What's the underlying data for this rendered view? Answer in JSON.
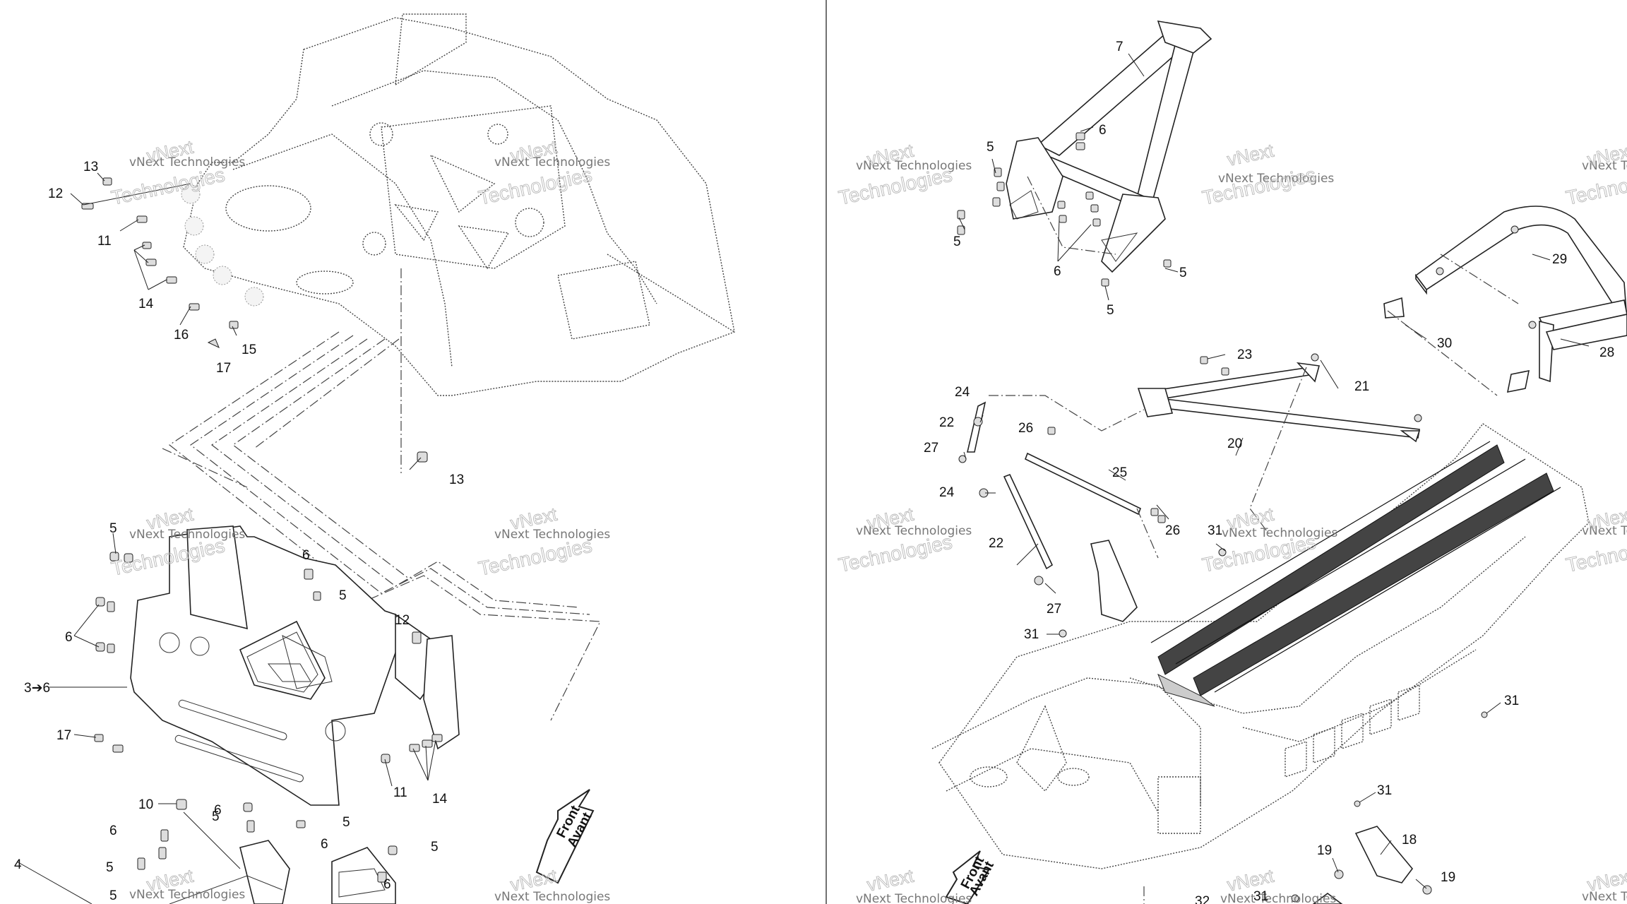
{
  "watermark": {
    "line1": "vNext Technologies",
    "line2": "vNext",
    "line3": "Technologies"
  },
  "front_sign": {
    "line1": "Front",
    "line2": "Avant"
  },
  "left_labels": [
    {
      "text": "13"
    },
    {
      "text": "12"
    },
    {
      "text": "11"
    },
    {
      "text": "14"
    },
    {
      "text": "16"
    },
    {
      "text": "17"
    },
    {
      "text": "15"
    },
    {
      "text": "13"
    },
    {
      "text": "5"
    },
    {
      "text": "6"
    },
    {
      "text": "5"
    },
    {
      "text": "6"
    },
    {
      "text": "12"
    },
    {
      "text": "3➔6"
    },
    {
      "text": "17"
    },
    {
      "text": "11"
    },
    {
      "text": "14"
    },
    {
      "text": "10"
    },
    {
      "text": "6"
    },
    {
      "text": "6"
    },
    {
      "text": "5"
    },
    {
      "text": "5"
    },
    {
      "text": "6"
    },
    {
      "text": "5"
    },
    {
      "text": "5"
    },
    {
      "text": "6"
    },
    {
      "text": "4"
    },
    {
      "text": "5"
    }
  ],
  "right_labels": [
    {
      "text": "7"
    },
    {
      "text": "6"
    },
    {
      "text": "5"
    },
    {
      "text": "5"
    },
    {
      "text": "6"
    },
    {
      "text": "5"
    },
    {
      "text": "5"
    },
    {
      "text": "29"
    },
    {
      "text": "30"
    },
    {
      "text": "28"
    },
    {
      "text": "23"
    },
    {
      "text": "21"
    },
    {
      "text": "24"
    },
    {
      "text": "22"
    },
    {
      "text": "26"
    },
    {
      "text": "27"
    },
    {
      "text": "20"
    },
    {
      "text": "24"
    },
    {
      "text": "25"
    },
    {
      "text": "26"
    },
    {
      "text": "22"
    },
    {
      "text": "31"
    },
    {
      "text": "27"
    },
    {
      "text": "31"
    },
    {
      "text": "31"
    },
    {
      "text": "31"
    },
    {
      "text": "18"
    },
    {
      "text": "19"
    },
    {
      "text": "19"
    },
    {
      "text": "32"
    },
    {
      "text": "31"
    }
  ]
}
